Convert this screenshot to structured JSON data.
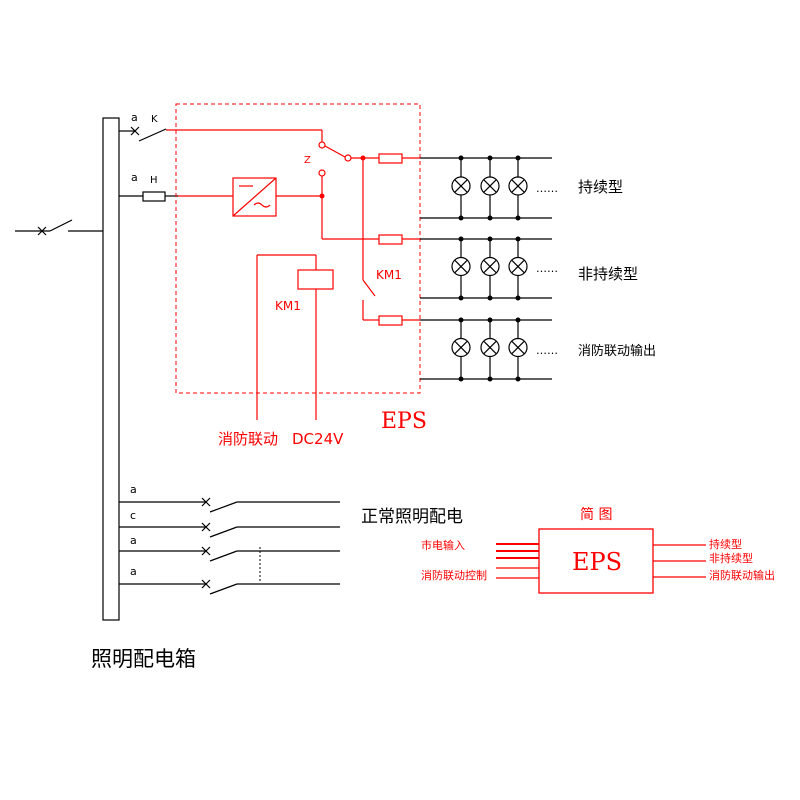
{
  "colors": {
    "black": "#000000",
    "red": "#ff0000"
  },
  "icons": {
    "lamp": "lamp-icon",
    "fuse": "fuse-icon",
    "inverter": "inverter-icon",
    "relay_coil": "relay-coil-icon",
    "switch": "switch-icon",
    "breaker": "breaker-icon"
  },
  "labels": {
    "input_a1": "a",
    "switch_k": "K",
    "input_a2": "a",
    "fuse_h": "H",
    "switch_z": "Z",
    "km1_contact": "KM1",
    "km1_coil": "KM1",
    "eps_box": "EPS",
    "fire_linkage": "消防联动",
    "dc24v": "DC24V",
    "group1": "持续型",
    "group2": "非持续型",
    "group3": "消防联动输出",
    "lamp_dots": "……",
    "branch_a1": "a",
    "branch_c": "c",
    "branch_a2": "a",
    "branch_a3": "a",
    "normal_lighting": "正常照明配电",
    "panel_title": "照明配电箱"
  },
  "simple_diagram": {
    "title": "简 图",
    "box": "EPS",
    "inputs": [
      "市电输入",
      "消防联动控制"
    ],
    "outputs": [
      "持续型",
      "非持续型",
      "消防联动输出"
    ]
  }
}
